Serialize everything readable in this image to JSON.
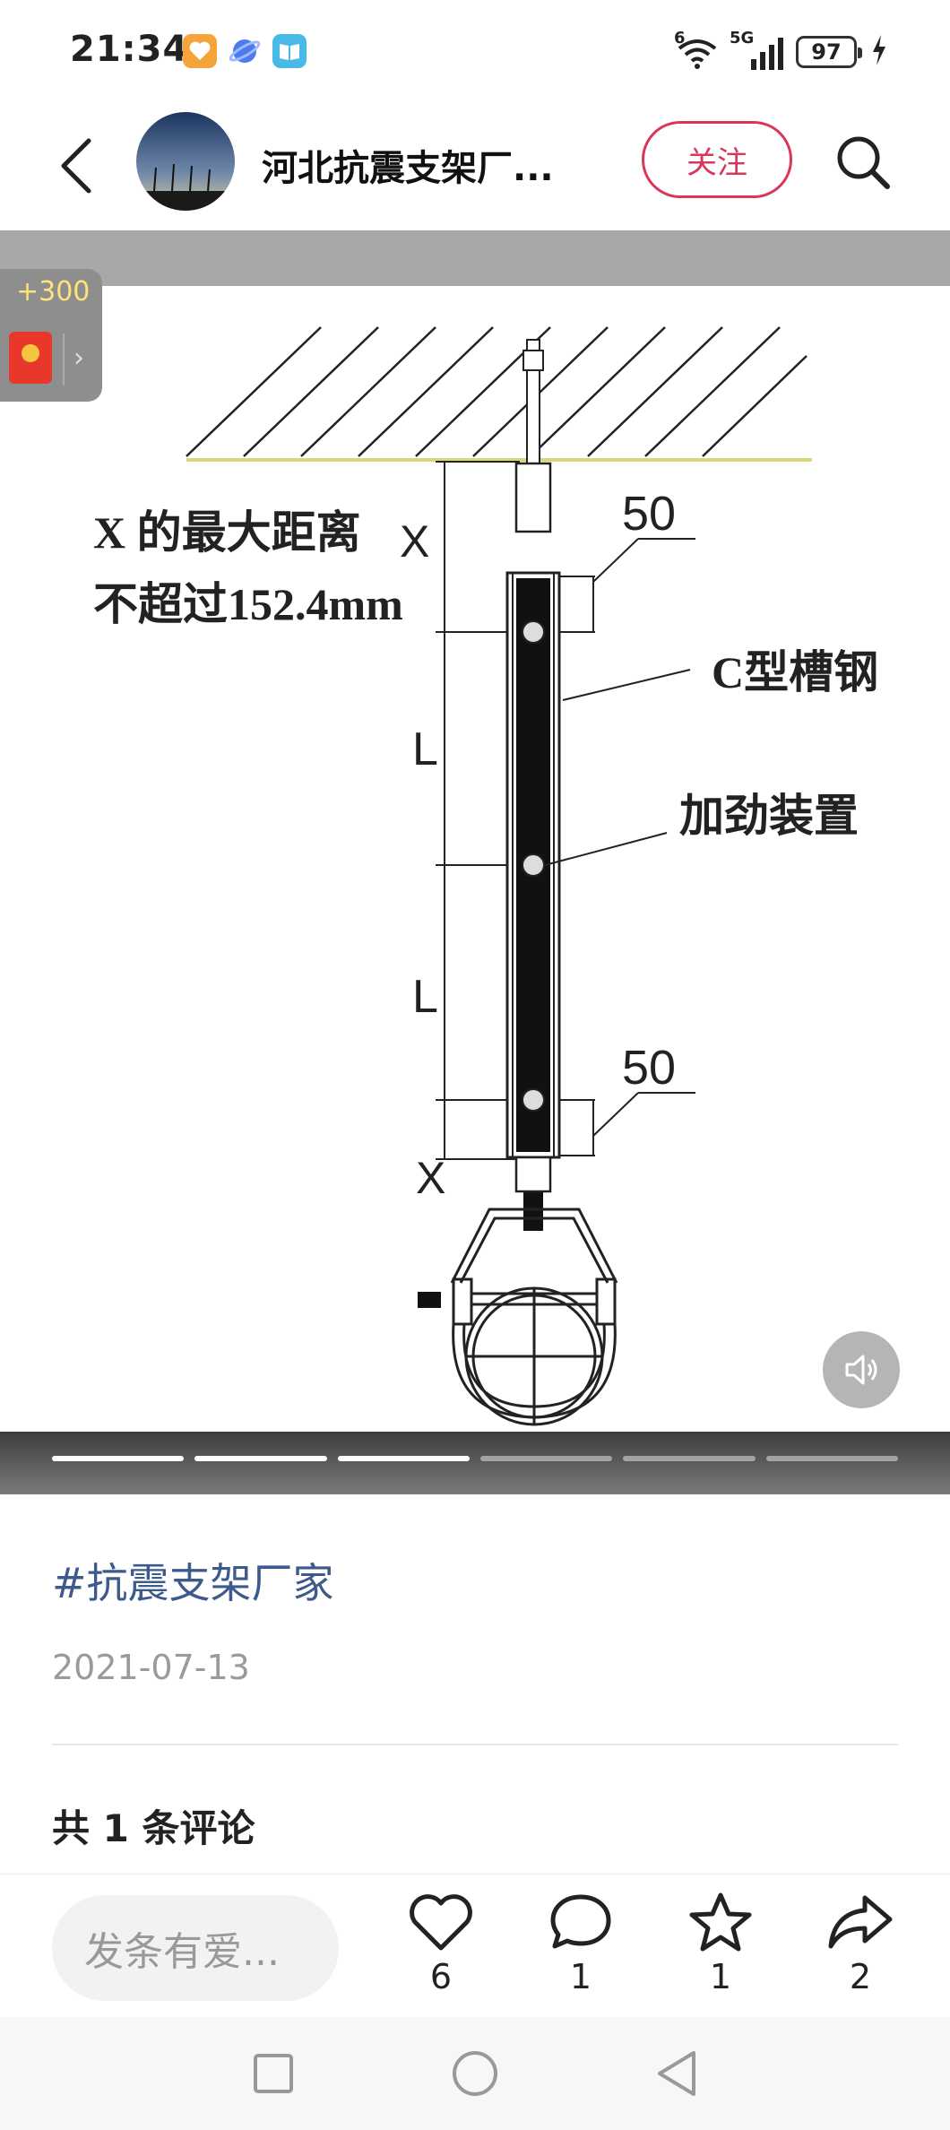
{
  "status_bar": {
    "time": "21:34",
    "signal_label": "5G",
    "wifi_label": "6",
    "battery": "97",
    "icons": [
      "app-heart-icon",
      "app-planet-icon",
      "app-book-icon",
      "wifi-icon",
      "cell-signal-icon",
      "charging-icon"
    ]
  },
  "header": {
    "account_name": "河北抗震支架厂...",
    "follow_label": "关注",
    "icons": [
      "back-icon",
      "search-icon"
    ]
  },
  "reward": {
    "points": "+300"
  },
  "drawing": {
    "note_line1": "X 的最大距离",
    "note_line2": "不超过152.4mm",
    "label_x_top": "X",
    "label_x_bottom": "X",
    "label_l_upper": "L",
    "label_l_lower": "L",
    "dim_top": "50",
    "dim_bottom": "50",
    "callout_channel": "C型槽钢",
    "callout_stiffener": "加劲装置"
  },
  "media": {
    "slides_total": 6,
    "slides_seen": 3
  },
  "post": {
    "hashtag": "#抗震支架厂家",
    "date": "2021-07-13",
    "comment_heading": "共 1 条评论"
  },
  "actions": {
    "comment_placeholder": "发条有爱...",
    "like_count": "6",
    "comment_count": "1",
    "favorite_count": "1",
    "share_count": "2"
  },
  "colors": {
    "accent": "#d8365a",
    "hashtag": "#3d5a8c",
    "reward_red": "#e8372b"
  }
}
